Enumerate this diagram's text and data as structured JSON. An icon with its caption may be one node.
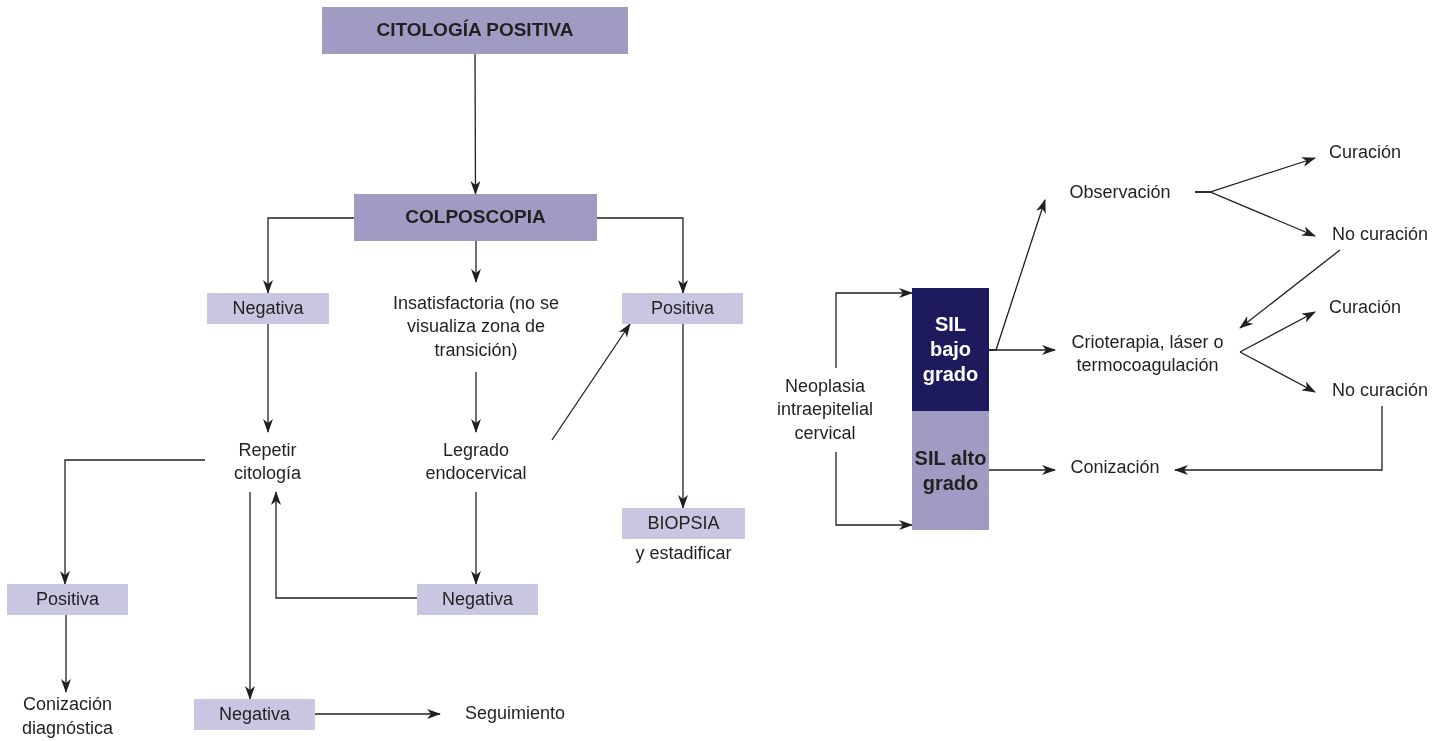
{
  "diagram": {
    "nodes": [
      {
        "text": [
          "CITOLOGÍA POSITIVA"
        ]
      },
      {
        "text": [
          "COLPOSCOPIA"
        ]
      },
      {
        "text": [
          "Negativa"
        ]
      },
      {
        "text": [
          "Insatisfactoria (no se visualiza zona de transición)"
        ]
      },
      {
        "text": [
          "Positiva"
        ]
      },
      {
        "text": [
          "Repetir citología"
        ]
      },
      {
        "text": [
          "Legrado endocervical"
        ]
      },
      {
        "text": [
          "BIOPSIA"
        ],
        "beside": [
          "y estadificar"
        ]
      },
      {
        "text": [
          "Positiva"
        ]
      },
      {
        "text": [
          "Negativa"
        ]
      },
      {
        "text": [
          "Conización diagnóstica"
        ]
      },
      {
        "text": [
          "Negativa"
        ]
      },
      {
        "text": [
          "Seguimiento"
        ]
      },
      {
        "text": [
          "Neoplasia intraepitelial cervical"
        ]
      },
      {
        "text": [
          "SIL bajo grado"
        ]
      },
      {
        "text": [
          "SIL alto grado"
        ]
      },
      {
        "text": [
          "Observación"
        ]
      },
      {
        "text": [
          "Curación"
        ]
      },
      {
        "text": [
          "No curación"
        ]
      },
      {
        "text": [
          "Crioterapia, láser o termocoagulación"
        ]
      },
      {
        "text": [
          "Curación"
        ]
      },
      {
        "text": [
          "No curación"
        ]
      },
      {
        "text": [
          "Conización"
        ]
      }
    ],
    "edges": [
      {
        "from": 0,
        "to": 1,
        "arrow": "to"
      },
      {
        "from": 1,
        "to": 2,
        "arrow": "to"
      },
      {
        "from": 1,
        "to": 3,
        "arrow": "to"
      },
      {
        "from": 1,
        "to": 4,
        "arrow": "to"
      },
      {
        "from": 2,
        "to": 5,
        "arrow": "to"
      },
      {
        "from": 3,
        "to": 6,
        "arrow": "to"
      },
      {
        "from": 6,
        "to": 4,
        "arrow": "to"
      },
      {
        "from": 4,
        "to": 7,
        "arrow": "to"
      },
      {
        "from": 5,
        "to": 8,
        "arrow": "to"
      },
      {
        "from": 5,
        "to": 11,
        "arrow": "to"
      },
      {
        "from": 9,
        "to": 5,
        "arrow": "to"
      },
      {
        "from": 6,
        "to": 9,
        "arrow": "to"
      },
      {
        "from": 8,
        "to": 10,
        "arrow": "to"
      },
      {
        "from": 11,
        "to": 12,
        "arrow": "to"
      },
      {
        "from": 13,
        "to": 14,
        "arrow": "to"
      },
      {
        "from": 13,
        "to": 15,
        "arrow": "to"
      },
      {
        "from": 14,
        "to": 16,
        "arrow": "to"
      },
      {
        "from": 14,
        "to": 19,
        "arrow": "to"
      },
      {
        "from": 16,
        "to": 17,
        "arrow": "to"
      },
      {
        "from": 16,
        "to": 18,
        "arrow": "to"
      },
      {
        "from": 18,
        "to": 19,
        "arrow": "to"
      },
      {
        "from": 19,
        "to": 20,
        "arrow": "to"
      },
      {
        "from": 19,
        "to": 21,
        "arrow": "to"
      },
      {
        "from": 21,
        "to": 22,
        "arrow": "to"
      },
      {
        "from": 15,
        "to": 22,
        "arrow": "to"
      }
    ]
  }
}
